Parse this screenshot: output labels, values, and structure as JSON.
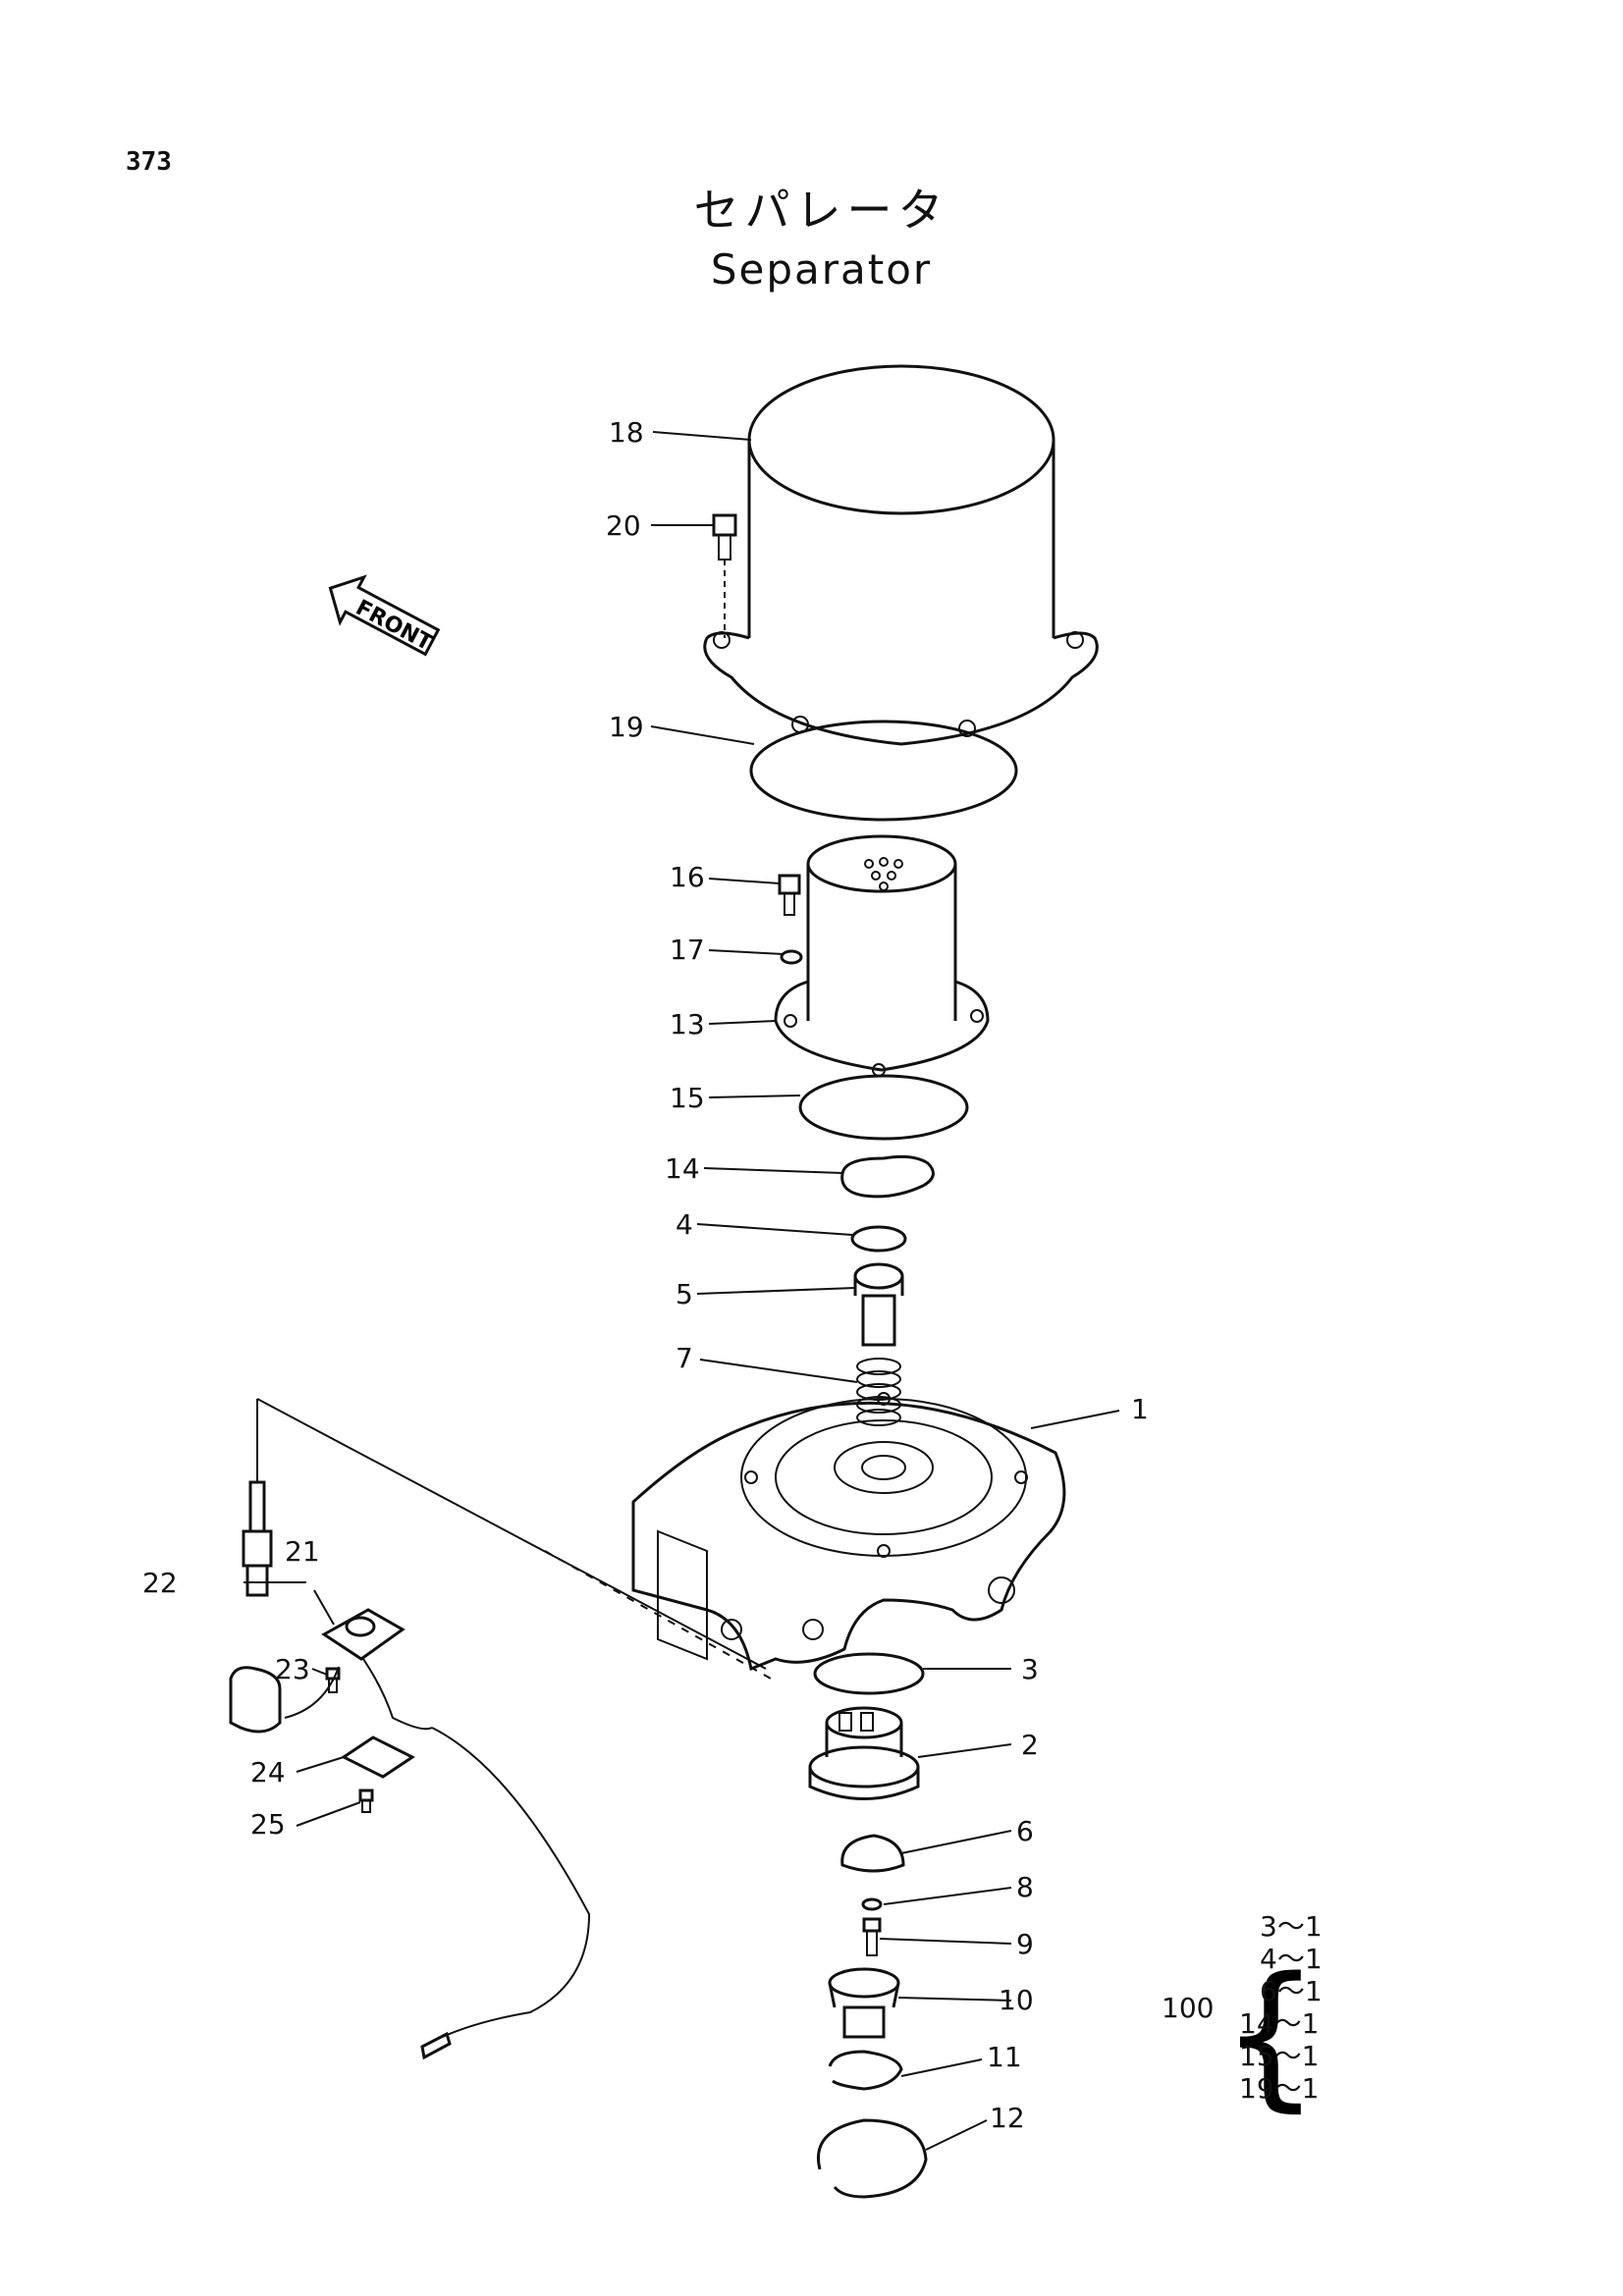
{
  "page_number": "373",
  "title_jp": "セパレータ",
  "title_en": "Separator",
  "front_label": "FRONT",
  "callouts": [
    "1",
    "2",
    "3",
    "4",
    "5",
    "6",
    "7",
    "8",
    "9",
    "10",
    "11",
    "12",
    "13",
    "14",
    "15",
    "16",
    "17",
    "18",
    "19",
    "20",
    "21",
    "22",
    "23",
    "24",
    "25"
  ],
  "kit": {
    "label": "100",
    "brace": "{",
    "items": [
      "3～1",
      "4～1",
      "6～1",
      "14～1",
      "15～1",
      "19～1"
    ]
  },
  "icons": [
    "front-arrow-icon"
  ]
}
